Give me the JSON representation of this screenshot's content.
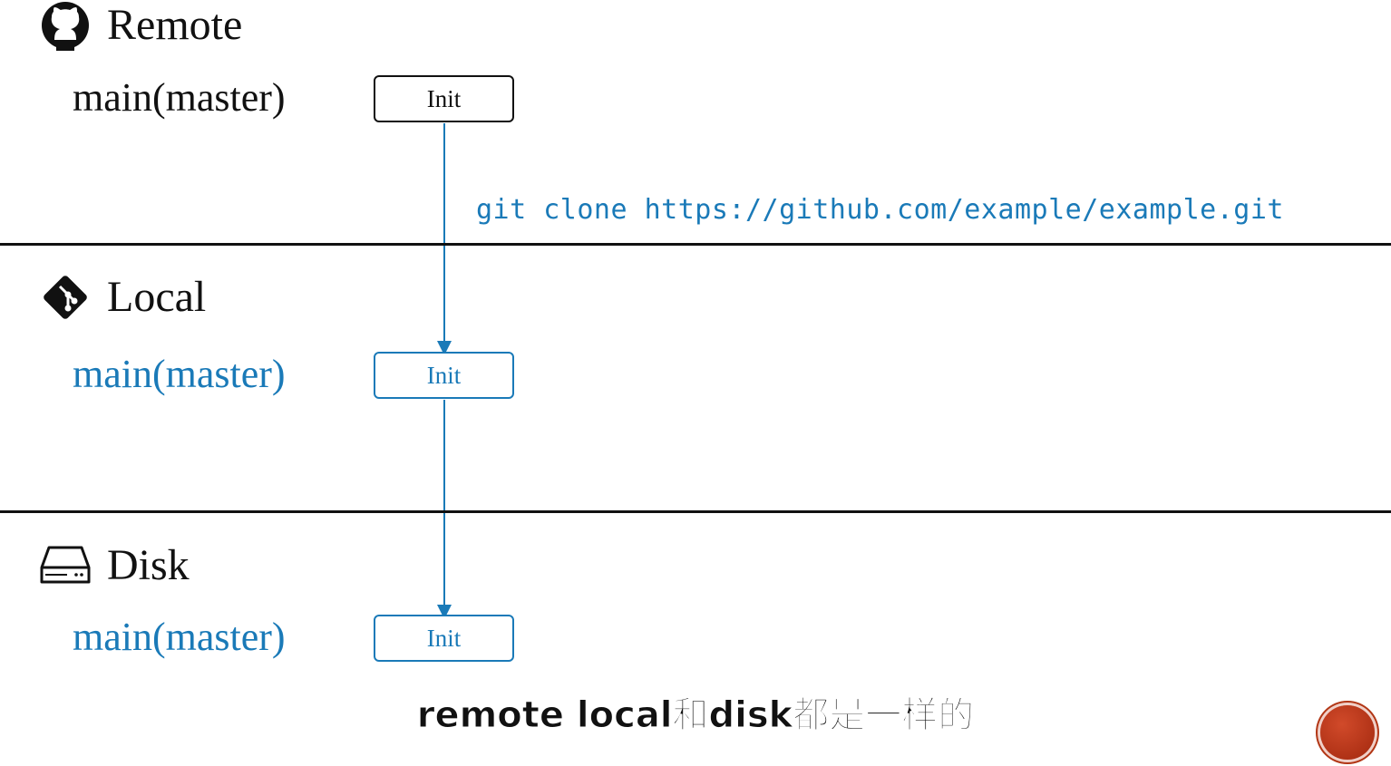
{
  "sections": {
    "remote": {
      "title": "Remote",
      "icon": "github-icon",
      "branch": "main(master)",
      "commit": "Init"
    },
    "local": {
      "title": "Local",
      "icon": "git-icon",
      "branch": "main(master)",
      "commit": "Init"
    },
    "disk": {
      "title": "Disk",
      "icon": "hard-drive-icon",
      "branch": "main(master)",
      "commit": "Init"
    }
  },
  "clone_command": "git clone https://github.com/example/example.git",
  "subtitle": "remote local和disk都是一样的",
  "colors": {
    "accent": "#1a7ab8",
    "text": "#111111",
    "background": "#ffffff",
    "record": "#b23615"
  }
}
